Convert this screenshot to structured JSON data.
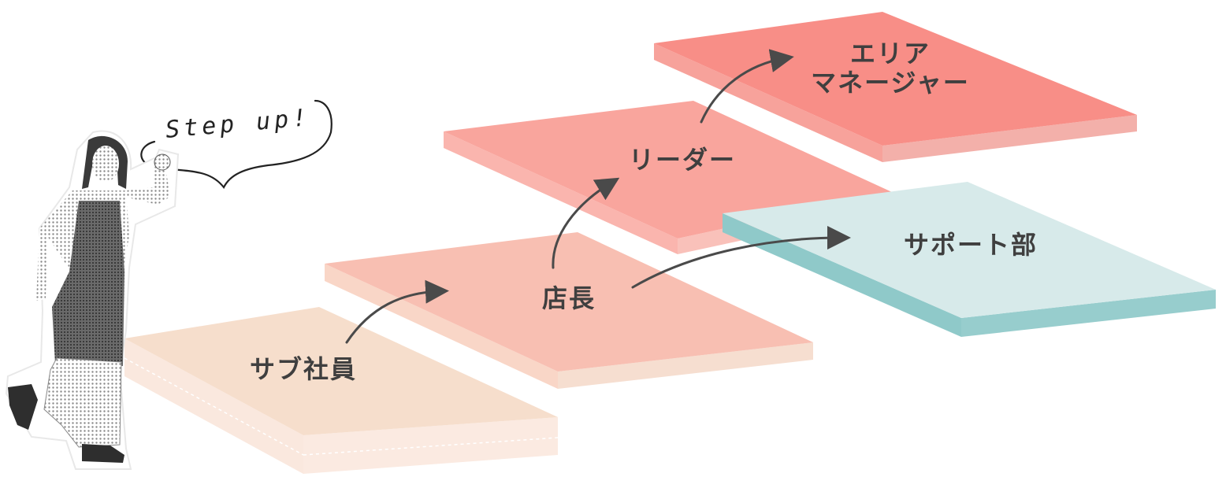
{
  "speech_bubble": {
    "text": "Step up!"
  },
  "steps": {
    "sub_employee": {
      "label": "サブ社員",
      "color": "#f6decc"
    },
    "store_manager": {
      "label": "店長",
      "color": "#f8bfb2"
    },
    "leader": {
      "label": "リーダー",
      "color": "#f9a59d"
    },
    "area_manager": {
      "label_line1": "エリア",
      "label_line2": "マネージャー",
      "color": "#f88e87"
    },
    "support_dept": {
      "label": "サポート部",
      "color": "#d7eaea",
      "side_color": "#8fc9c9"
    }
  },
  "colors": {
    "arrow": "#4a4a4a",
    "text": "#3f3f3f"
  },
  "icons": {
    "person": "person-illustration-icon"
  }
}
